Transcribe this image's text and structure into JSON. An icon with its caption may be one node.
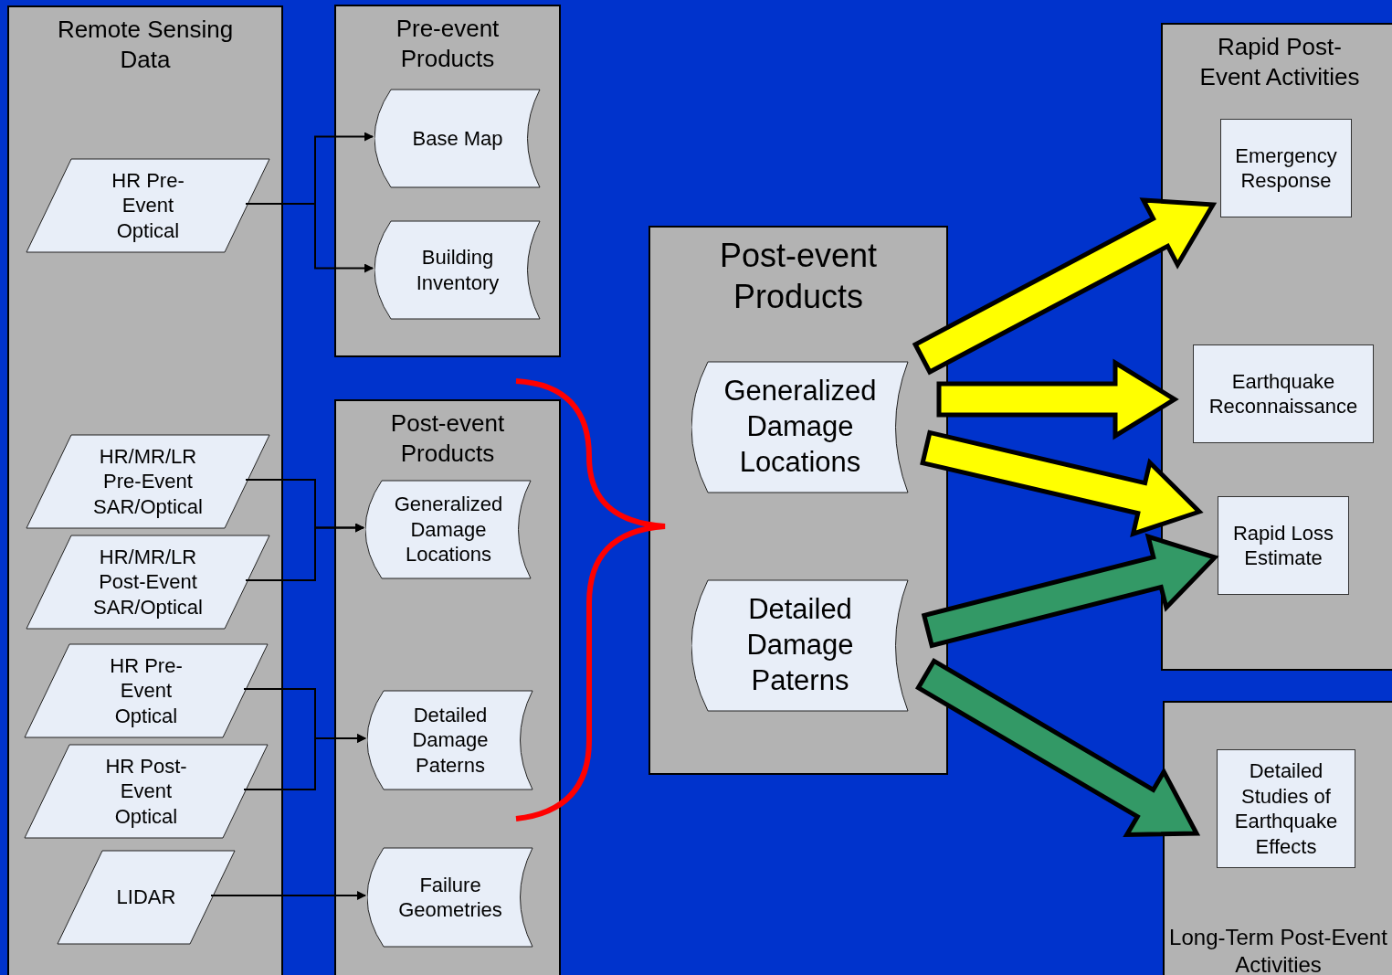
{
  "diagram": {
    "nodes": [
      {
        "text": [
          "Remote Sensing Data"
        ]
      },
      {
        "text": [
          "HR Pre-Event Optical"
        ],
        "in": 0
      },
      {
        "text": [
          "HR/MR/LR Pre-Event SAR/Optical"
        ],
        "in": 0
      },
      {
        "text": [
          "HR/MR/LR Post-Event SAR/Optical"
        ],
        "in": 0
      },
      {
        "text": [
          "HR Pre-Event Optical"
        ],
        "in": 0
      },
      {
        "text": [
          "HR Post-Event Optical"
        ],
        "in": 0
      },
      {
        "text": [
          "LIDAR"
        ],
        "in": 0
      },
      {
        "text": [
          "Pre-event Products"
        ]
      },
      {
        "text": [
          "Base Map"
        ],
        "in": 7
      },
      {
        "text": [
          "Building Inventory"
        ],
        "in": 7
      },
      {
        "text": [
          "Post-event Products"
        ]
      },
      {
        "text": [
          "Generalized Damage Locations"
        ],
        "in": 10
      },
      {
        "text": [
          "Detailed Damage Paterns"
        ],
        "in": 10
      },
      {
        "text": [
          "Failure Geometries"
        ],
        "in": 10
      },
      {
        "text": [
          "Post-event Products"
        ]
      },
      {
        "text": [
          "Generalized Damage Locations"
        ],
        "in": 14
      },
      {
        "text": [
          "Detailed Damage Paterns"
        ],
        "in": 14
      },
      {
        "text": [
          "Rapid Post-Event Activities"
        ]
      },
      {
        "text": [
          "Emergency Response"
        ],
        "in": 17
      },
      {
        "text": [
          "Earthquake Reconnaissance"
        ],
        "in": 17
      },
      {
        "text": [
          "Rapid Loss Estimate"
        ],
        "in": 17
      },
      {
        "text": [
          "Long-Term Post-Event Activities"
        ]
      },
      {
        "text": [
          "Detailed Studies of Earthquake Effects"
        ],
        "in": 21
      }
    ],
    "edges": [
      {
        "from": 1,
        "to": 8,
        "arrow": "to"
      },
      {
        "from": 1,
        "to": 9,
        "arrow": "to"
      },
      {
        "from": 2,
        "to": 11,
        "arrow": "to"
      },
      {
        "from": 3,
        "to": 11,
        "arrow": "to"
      },
      {
        "from": 4,
        "to": 12,
        "arrow": "to"
      },
      {
        "from": 5,
        "to": 12,
        "arrow": "to"
      },
      {
        "from": 6,
        "to": 13,
        "arrow": "to"
      },
      {
        "from": 15,
        "to": 18,
        "arrow": "to",
        "style": "thick",
        "color": "#ffff00"
      },
      {
        "from": 15,
        "to": 19,
        "arrow": "to",
        "style": "thick",
        "color": "#ffff00"
      },
      {
        "from": 15,
        "to": 20,
        "arrow": "to",
        "style": "thick",
        "color": "#ffff00"
      },
      {
        "from": 16,
        "to": 20,
        "arrow": "to",
        "style": "thick",
        "color": "#339966"
      },
      {
        "from": 16,
        "to": 22,
        "arrow": "to",
        "style": "thick",
        "color": "#339966"
      }
    ]
  }
}
